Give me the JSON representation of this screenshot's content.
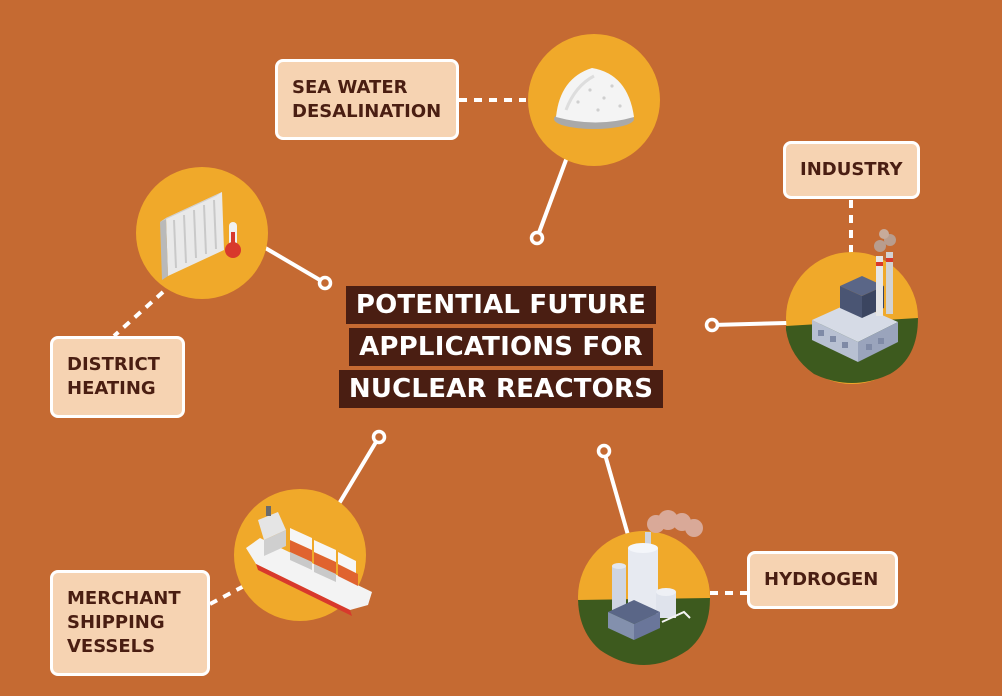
{
  "title": {
    "lines": [
      "POTENTIAL FUTURE",
      "APPLICATIONS FOR",
      "NUCLEAR REACTORS"
    ]
  },
  "nodes": {
    "desalination": {
      "label_lines": [
        "SEA WATER",
        "DESALINATION"
      ],
      "icon": "salt-pile-icon"
    },
    "industry": {
      "label_lines": [
        "INDUSTRY"
      ],
      "icon": "factory-icon"
    },
    "district_heating": {
      "label_lines": [
        "DISTRICT",
        "HEATING"
      ],
      "icon": "radiator-thermometer-icon"
    },
    "shipping": {
      "label_lines": [
        "MERCHANT",
        "SHIPPING",
        "VESSELS"
      ],
      "icon": "cargo-ship-icon"
    },
    "hydrogen": {
      "label_lines": [
        "HYDROGEN"
      ],
      "icon": "hydrogen-plant-icon"
    }
  },
  "colors": {
    "background": "#c56a32",
    "circle": "#f0a92a",
    "title_bg": "#4a1e12",
    "label_bg": "#f6d3b2",
    "label_text": "#4a1e12",
    "connector": "#ffffff",
    "ground": "#3d5a1e"
  }
}
